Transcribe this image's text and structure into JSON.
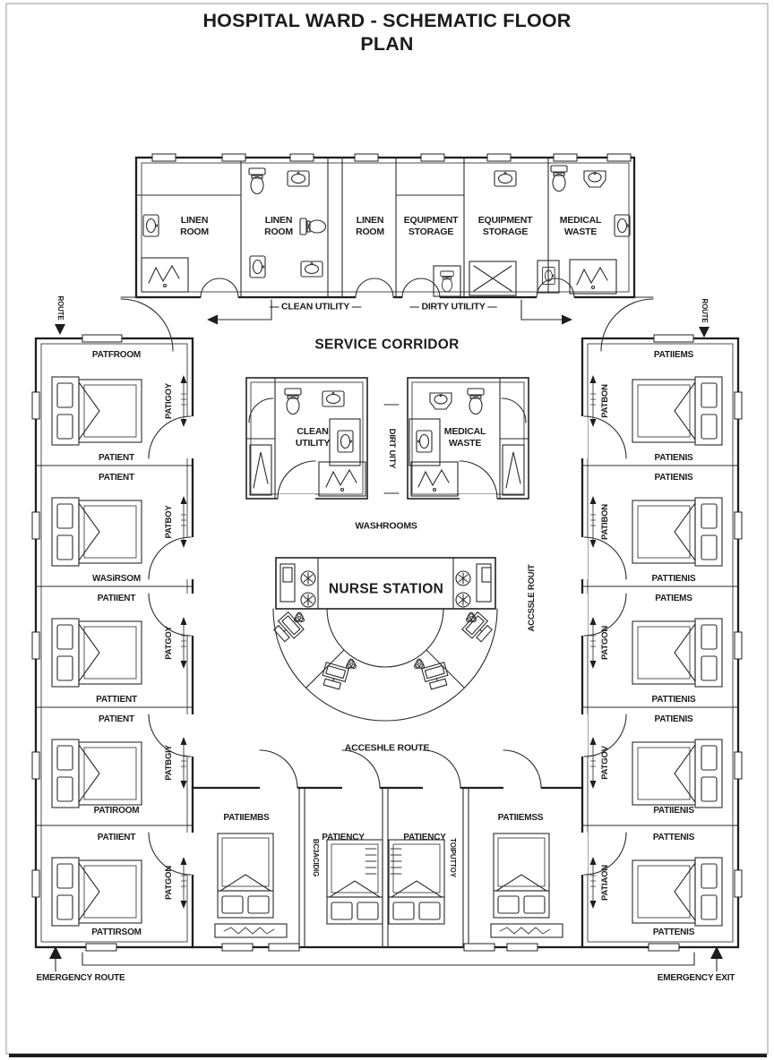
{
  "title": "HOSPITAL WARD - SCHEMATIC FLOOR PLAN",
  "top_row": {
    "rooms": [
      {
        "label": "LINEN\nROOM"
      },
      {
        "label": "LINEN\nROOM"
      },
      {
        "label": "LINEN\nROOM"
      },
      {
        "label": "EQUIPMENT\nSTORAGE"
      },
      {
        "label": "EQUIPMENT\nSTORAGE"
      },
      {
        "label": "MEDICAL\nWASTE"
      }
    ]
  },
  "service_corridor": {
    "label": "SERVICE CORRIDOR",
    "clean_label": "— CLEAN UTILITY —",
    "dirty_label": "— DIRTY UTILITY —"
  },
  "route_markers": {
    "left": "ROUTE",
    "right": "ROUTE"
  },
  "utility_block": {
    "clean": "CLEAN\nUTILITY",
    "waste": "MEDICAL\nWASTE",
    "between": "DIRT UITY"
  },
  "labels": {
    "washrooms": "WASHROOMS",
    "nurse_station": "NURSE STATION",
    "accessible_v": "ACCSSLE ROUIT",
    "accessible_h": "ACCESHLE ROUTE"
  },
  "left_wing": {
    "rooms": [
      {
        "top": "PATFROOM",
        "side": "PATIGOY",
        "bottom": "PATIENT"
      },
      {
        "top": "PATIENT",
        "side": "PATBOY",
        "bottom": "WASiRSOM"
      },
      {
        "top": "PATIIENT",
        "side": "PATGOY",
        "bottom": "PATTIENT"
      },
      {
        "top": "PATIENT",
        "side": "PATBGIY",
        "bottom": "PATIROOM"
      },
      {
        "top": "PATIIENT",
        "side": "PATGON",
        "bottom": "PATTIRSOM"
      }
    ]
  },
  "right_wing": {
    "rooms": [
      {
        "top": "PATIIEMS",
        "side": "PATBON",
        "bottom": "PATIENIS"
      },
      {
        "top": "PATIENIS",
        "side": "PATIBON",
        "bottom": "PATTIENIS"
      },
      {
        "top": "PATIEMS",
        "side": "PATGON",
        "bottom": "PATTIENIS"
      },
      {
        "top": "PATIENIS",
        "side": "PATGOV",
        "bottom": "PATIIENIS"
      },
      {
        "top": "PATTENIS",
        "side": "PATIAON",
        "bottom": "PATTENIS"
      }
    ]
  },
  "bottom_row": {
    "rooms": [
      {
        "label": "PATIIEMBS"
      },
      {
        "label": "PATIENCY",
        "side": "BC3ACIDIG"
      },
      {
        "label": "PATIENCY",
        "side": "TOIPUTTOY"
      },
      {
        "label": "PATIIEMSS"
      }
    ]
  },
  "emergency": {
    "route": "EMERGENCY ROUTE",
    "exit": "EMERGENCY EXIT"
  },
  "colors": {
    "line": "#1e1e1e",
    "background": "#ffffff",
    "frame": "#c4c4c4"
  }
}
